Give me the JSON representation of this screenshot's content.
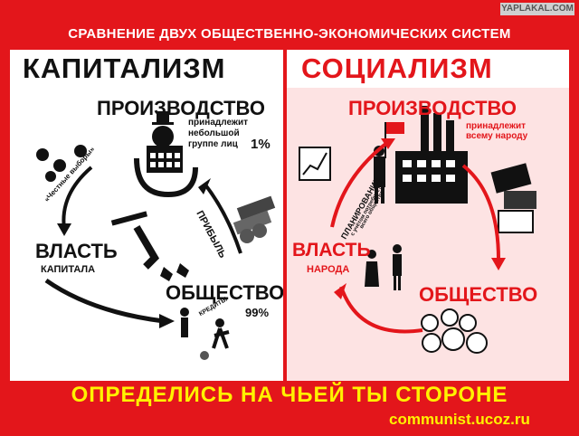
{
  "header": {
    "title": "СРАВНЕНИЕ ДВУХ ОБЩЕСТВЕННО-ЭКОНОМИЧЕСКИХ СИСТЕМ",
    "watermark": "YAPLAKAL.COM"
  },
  "capitalism": {
    "title": "КАПИТАЛИЗМ",
    "production": "ПРОИЗВОДСТВО",
    "owner_line1": "принадлежит",
    "owner_line2": "небольшой",
    "owner_line3": "группе лиц",
    "owner_percent": "1%",
    "power": "ВЛАСТЬ",
    "power_sub": "КАПИТАЛА",
    "society": "ОБЩЕСТВО",
    "society_percent": "99%",
    "arrow_elections": "«Честные выборы»",
    "arrow_profit": "ПРИБЫЛЬ",
    "credit_label": "КРЕДИТЫ"
  },
  "socialism": {
    "title": "СОЦИАЛИЗМ",
    "production": "ПРОИЗВОДСТВО",
    "owner_line1": "принадлежит",
    "owner_line2": "всему народу",
    "power": "ВЛАСТЬ",
    "power_sub": "НАРОДА",
    "society": "ОБЩЕСТВО",
    "planning_line1": "ПЛАНИРОВАНИЕ",
    "planning_line2": "с учётом потребностей",
    "planning_line3": "всего общества"
  },
  "footer": {
    "slogan": "ОПРЕДЕЛИСЬ НА ЧЬЕЙ ТЫ СТОРОНЕ",
    "site": "communist.ucoz.ru"
  },
  "colors": {
    "red": "#e3161b",
    "yellow": "#fff200",
    "black": "#111111",
    "pink": "#fde3e3"
  }
}
